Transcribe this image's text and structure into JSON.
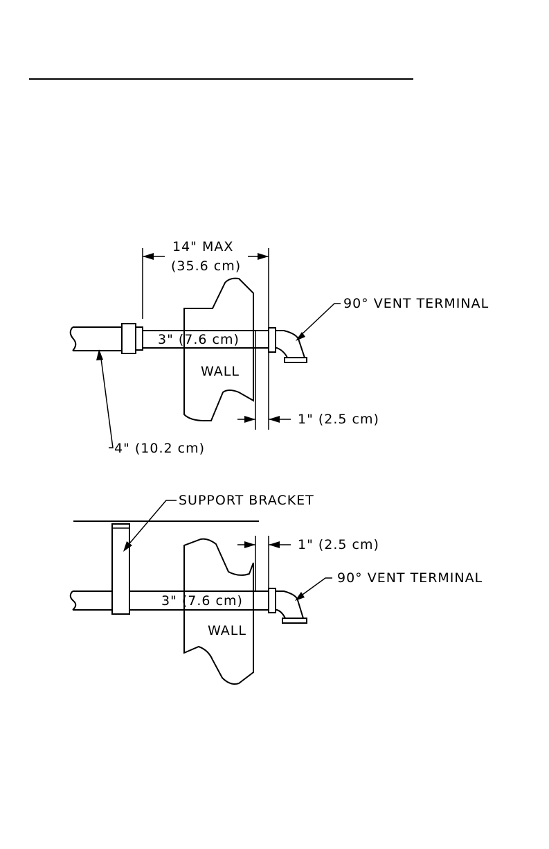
{
  "colors": {
    "line": "#000000",
    "background": "#ffffff"
  },
  "figure1": {
    "max_length_label": "14\" MAX",
    "max_length_metric": "(35.6 cm)",
    "pipe_3in_label": "3\" (7.6 cm)",
    "wall_label": "WALL",
    "vent_terminal_label": "90° VENT TERMINAL",
    "clearance_label": "1\" (2.5 cm)",
    "pipe_4in_label": "4\" (10.2 cm)"
  },
  "figure2": {
    "support_bracket_label": "SUPPORT BRACKET",
    "clearance_label": "1\" (2.5 cm)",
    "vent_terminal_label": "90° VENT TERMINAL",
    "pipe_3in_label": "3\" (7.6 cm)",
    "wall_label": "WALL"
  }
}
